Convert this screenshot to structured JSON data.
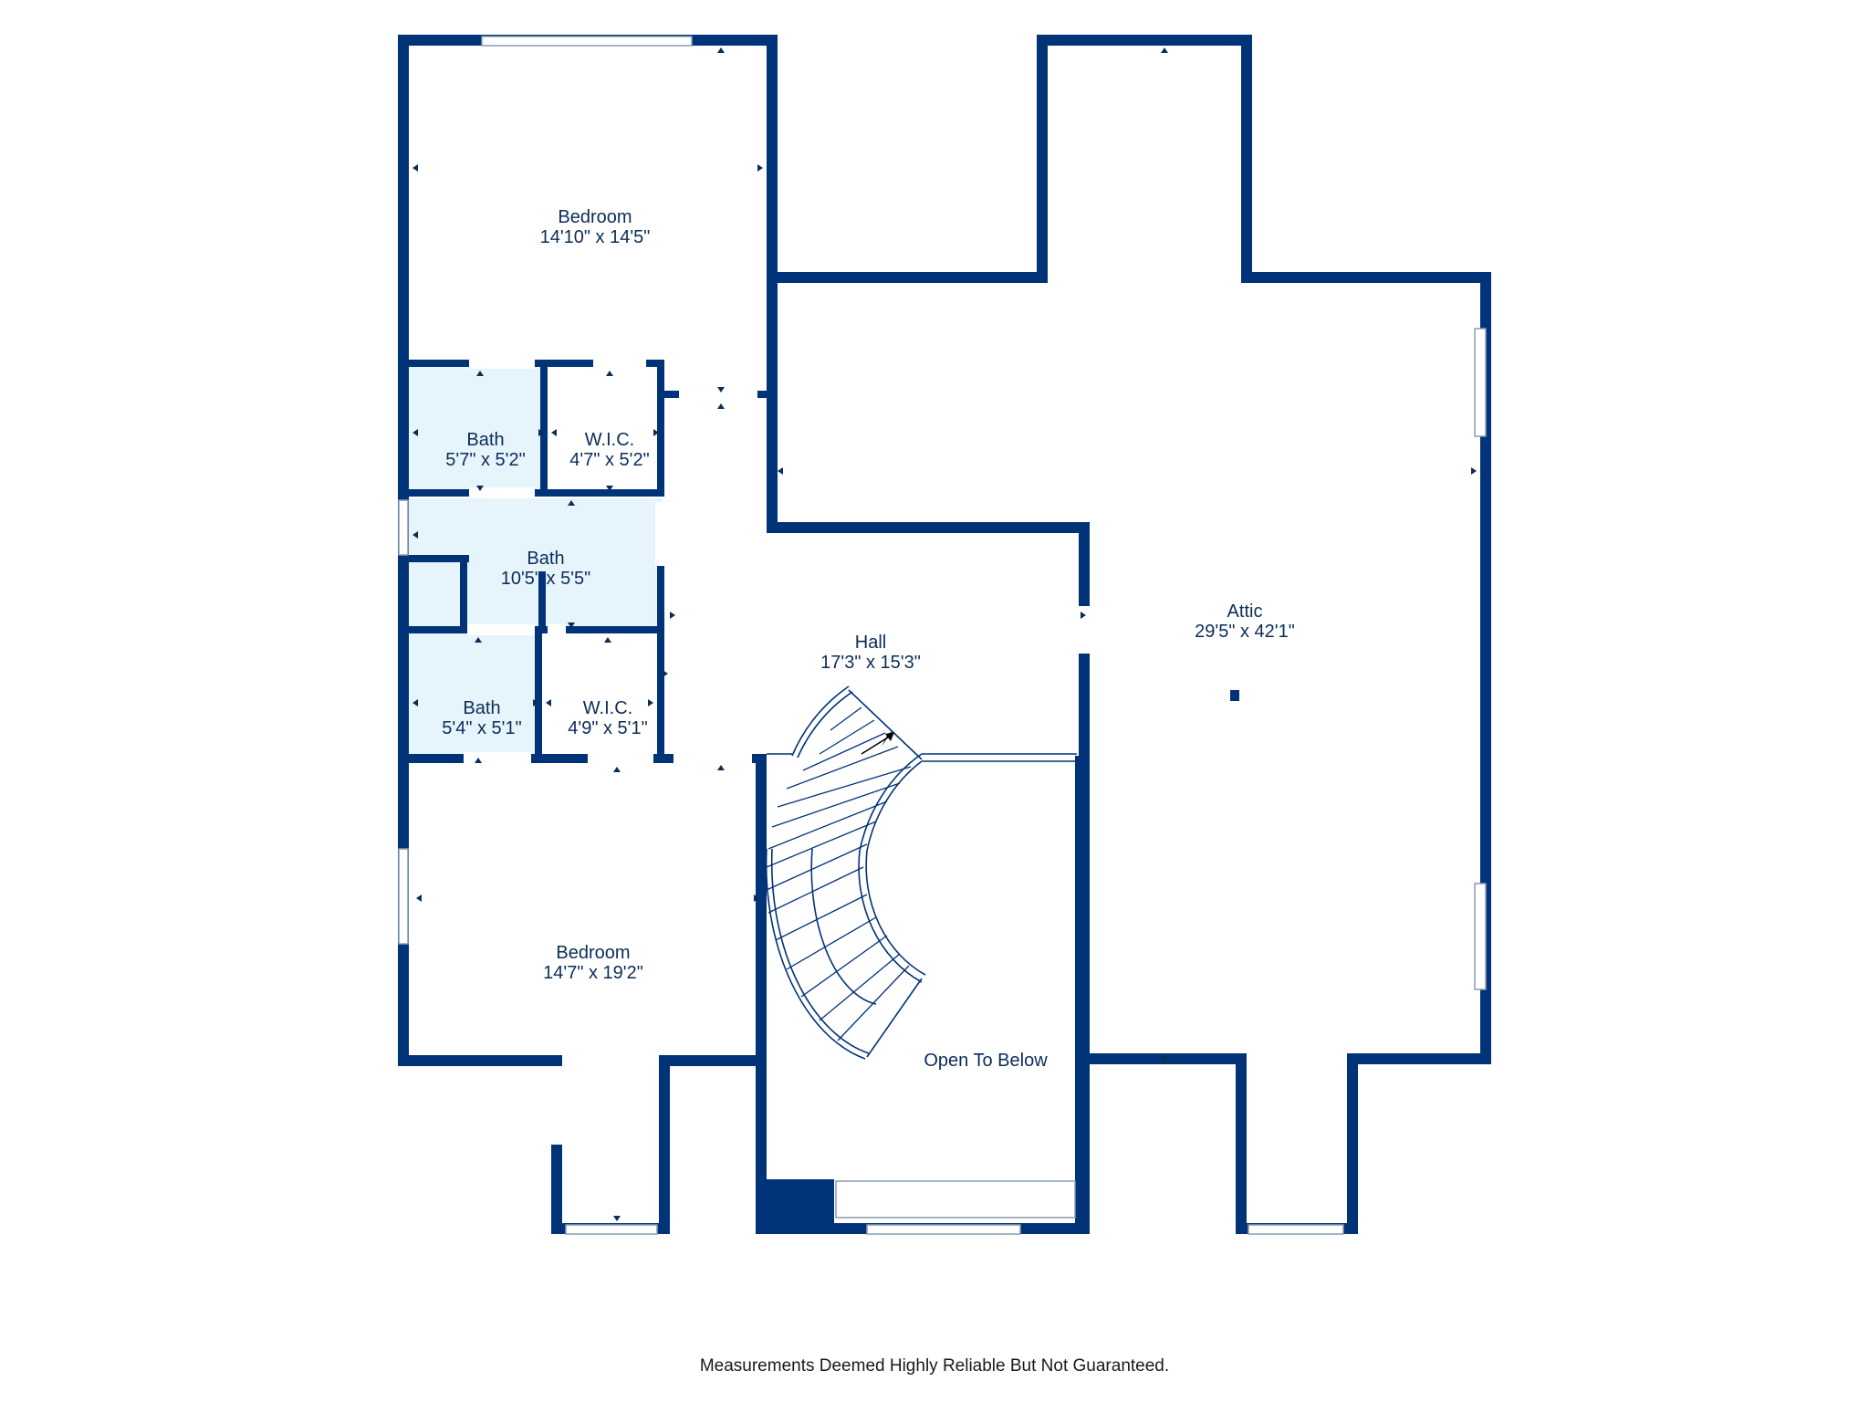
{
  "rooms": {
    "bedroom_top": {
      "name": "Bedroom",
      "dims": "14'10\" x 14'5\""
    },
    "bath_1": {
      "name": "Bath",
      "dims": "5'7\" x 5'2\""
    },
    "wic_1": {
      "name": "W.I.C.",
      "dims": "4'7\" x 5'2\""
    },
    "bath_2": {
      "name": "Bath",
      "dims": "10'5\" x 5'5\""
    },
    "bath_3": {
      "name": "Bath",
      "dims": "5'4\" x 5'1\""
    },
    "wic_2": {
      "name": "W.I.C.",
      "dims": "4'9\" x 5'1\""
    },
    "hall": {
      "name": "Hall",
      "dims": "17'3\" x 15'3\""
    },
    "attic": {
      "name": "Attic",
      "dims": "29'5\" x 42'1\""
    },
    "bedroom_bottom": {
      "name": "Bedroom",
      "dims": "14'7\" x 19'2\""
    },
    "open_to_below": {
      "name": "Open To Below"
    }
  },
  "footer": {
    "note": "Measurements Deemed Highly Reliable But Not Guaranteed."
  },
  "colors": {
    "wall": "#003377",
    "bath_fill": "#e6f4fc",
    "text": "#0c2d57"
  }
}
